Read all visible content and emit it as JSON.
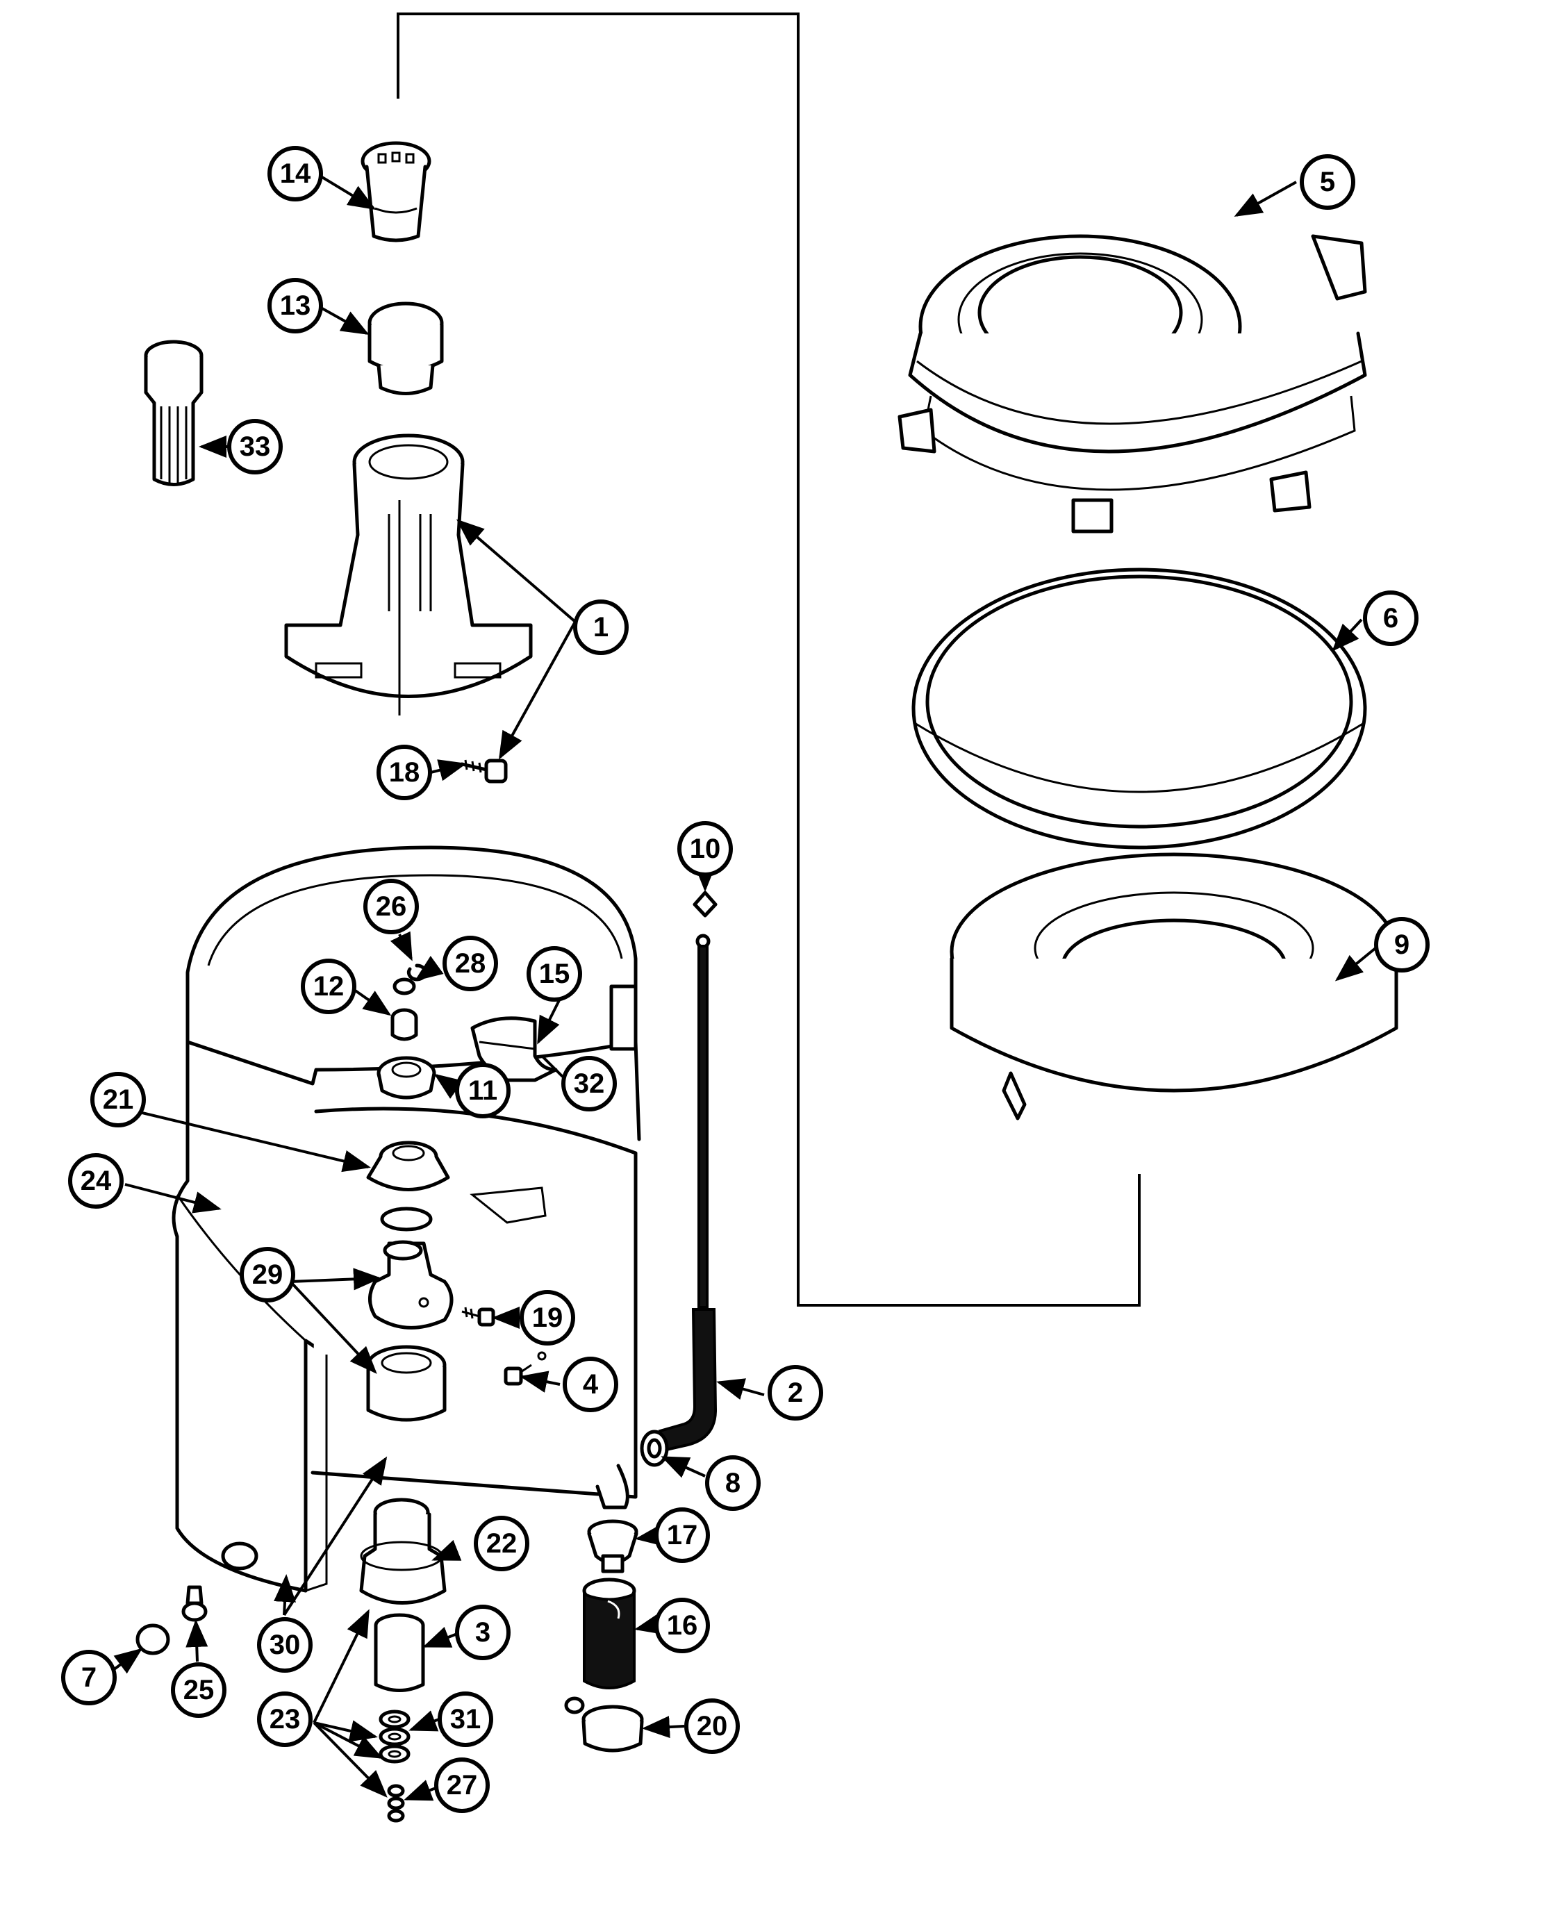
{
  "callouts": {
    "c1": "1",
    "c2": "2",
    "c3": "3",
    "c4": "4",
    "c5": "5",
    "c6": "6",
    "c7": "7",
    "c8": "8",
    "c9": "9",
    "c10": "10",
    "c11": "11",
    "c12": "12",
    "c13": "13",
    "c14": "14",
    "c15": "15",
    "c16": "16",
    "c17": "17",
    "c18": "18",
    "c19": "19",
    "c20": "20",
    "c21": "21",
    "c22": "22",
    "c23": "23",
    "c24": "24",
    "c25": "25",
    "c26": "26",
    "c27": "27",
    "c28": "28",
    "c29": "29",
    "c30": "30",
    "c31": "31",
    "c32": "32",
    "c33": "33"
  }
}
